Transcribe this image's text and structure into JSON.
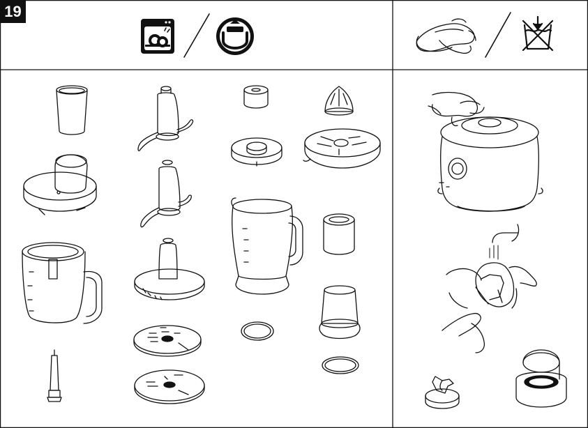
{
  "page": {
    "step_number": "19"
  },
  "header": {
    "left_icons": [
      "dishwasher-icon",
      "top-rack-only-icon"
    ],
    "right_icons": [
      "wipe-cloth-icon",
      "do-not-immerse-icon"
    ]
  },
  "colors": {
    "ink": "#111111",
    "background": "#ffffff",
    "badge": "#111111"
  },
  "parts": [
    "feed-tube-pusher",
    "lid-with-feed-tube",
    "processor-bowl",
    "drive-shaft",
    "chopping-blade",
    "dough-tool",
    "disc-spindle-with-emulsifying-plate",
    "slicing-grating-disc",
    "slicing-disc",
    "filler-cap",
    "blender-lid",
    "blender-jug",
    "jug-seal-ring",
    "citrus-cone",
    "citrus-sieve",
    "mill-jar-lid",
    "mill-jar",
    "mill-seal-ring",
    "mill-blade-unit",
    "mill-base"
  ]
}
